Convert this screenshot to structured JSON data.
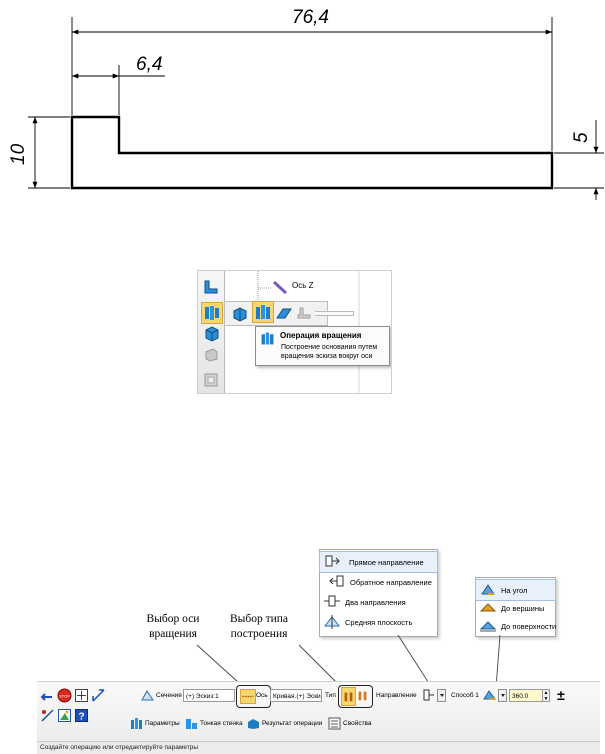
{
  "drawing": {
    "dim_total": "76,4",
    "dim_step": "6,4",
    "dim_height": "10",
    "dim_thickness": "5"
  },
  "snippet": {
    "axis_label": "Ось Z",
    "tooltip_title": "Операция вращения",
    "tooltip_description": "Построение основания путем вращения эскиза вокруг оси"
  },
  "callouts": {
    "axis_choice": "Выбор оси вращения",
    "build_type_choice": "Выбор типа построения"
  },
  "direction_menu": {
    "items": [
      {
        "label": "Прямое направление",
        "icon": "direct-direction-icon",
        "selected": true
      },
      {
        "label": "Обратное направление",
        "icon": "reverse-direction-icon",
        "selected": false
      },
      {
        "label": "Два направления",
        "icon": "two-directions-icon",
        "selected": false
      },
      {
        "label": "Средняя плоскость",
        "icon": "middle-plane-icon",
        "selected": false
      }
    ]
  },
  "method_menu": {
    "items": [
      {
        "label": "На угол",
        "icon": "angle-icon",
        "selected": true
      },
      {
        "label": "До вершины",
        "icon": "to-vertex-icon",
        "selected": false
      },
      {
        "label": "До поверхности",
        "icon": "to-surface-icon",
        "selected": false
      }
    ]
  },
  "panel": {
    "section_label": "Сечение",
    "section_value": "(+) Эскиз:1",
    "axis_label": "Ось",
    "curve_value": "Кривая.(+) Эскиз",
    "type_label": "Тип",
    "direction_label": "Направление",
    "method_label": "Способ 1",
    "angle_value": "360.0",
    "tabs": [
      "Параметры",
      "Тонкая стенка",
      "Результат операции",
      "Свойства"
    ]
  },
  "status_text": "Создайте операцию или отредактируйте параметры"
}
